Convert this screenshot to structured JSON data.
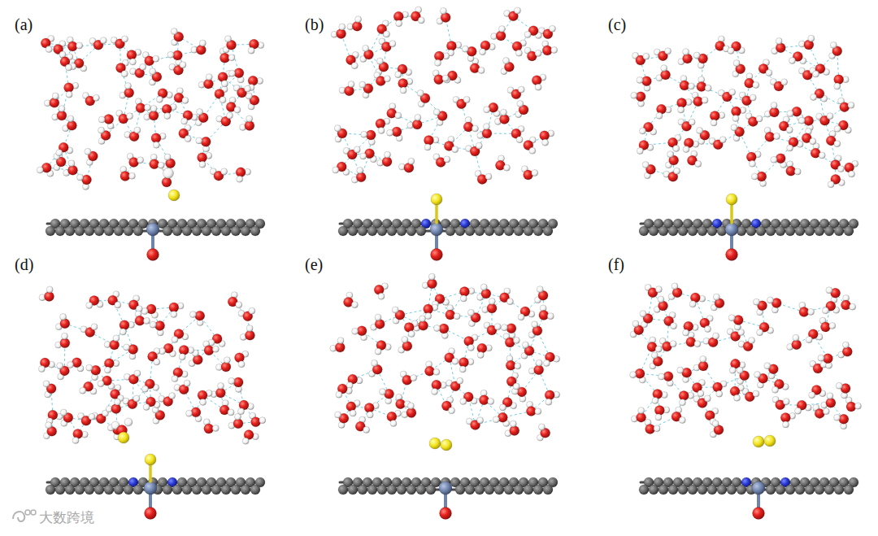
{
  "diagram": {
    "labels": [
      "(a)",
      "(b)",
      "(c)",
      "(d)",
      "(e)",
      "(f)",
      "大数跨境"
    ]
  }
}
